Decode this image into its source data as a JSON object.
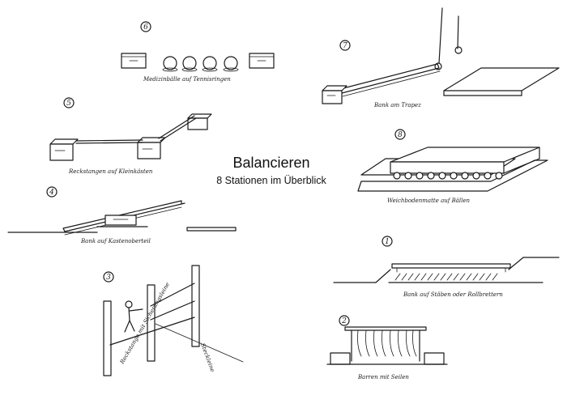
{
  "title": "Balancieren",
  "subtitle": "8 Stationen im Überblick",
  "stations": [
    {
      "number": "1",
      "caption": "Bank auf Stäben oder Rollbrettern"
    },
    {
      "number": "2",
      "caption": "Barren mit Seilen"
    },
    {
      "number": "3",
      "caption": "Reckstange mit Sicherungsleine",
      "note": "Steckleine"
    },
    {
      "number": "4",
      "caption": "Bank auf Kastenoberteil"
    },
    {
      "number": "5",
      "caption": "Reckstangen auf Kleinkästen"
    },
    {
      "number": "6",
      "caption": "Medizinbälle auf Tennisringen"
    },
    {
      "number": "7",
      "caption": "Bank am Trapez"
    },
    {
      "number": "8",
      "caption": "Weichbodenmatte auf Bällen"
    }
  ]
}
